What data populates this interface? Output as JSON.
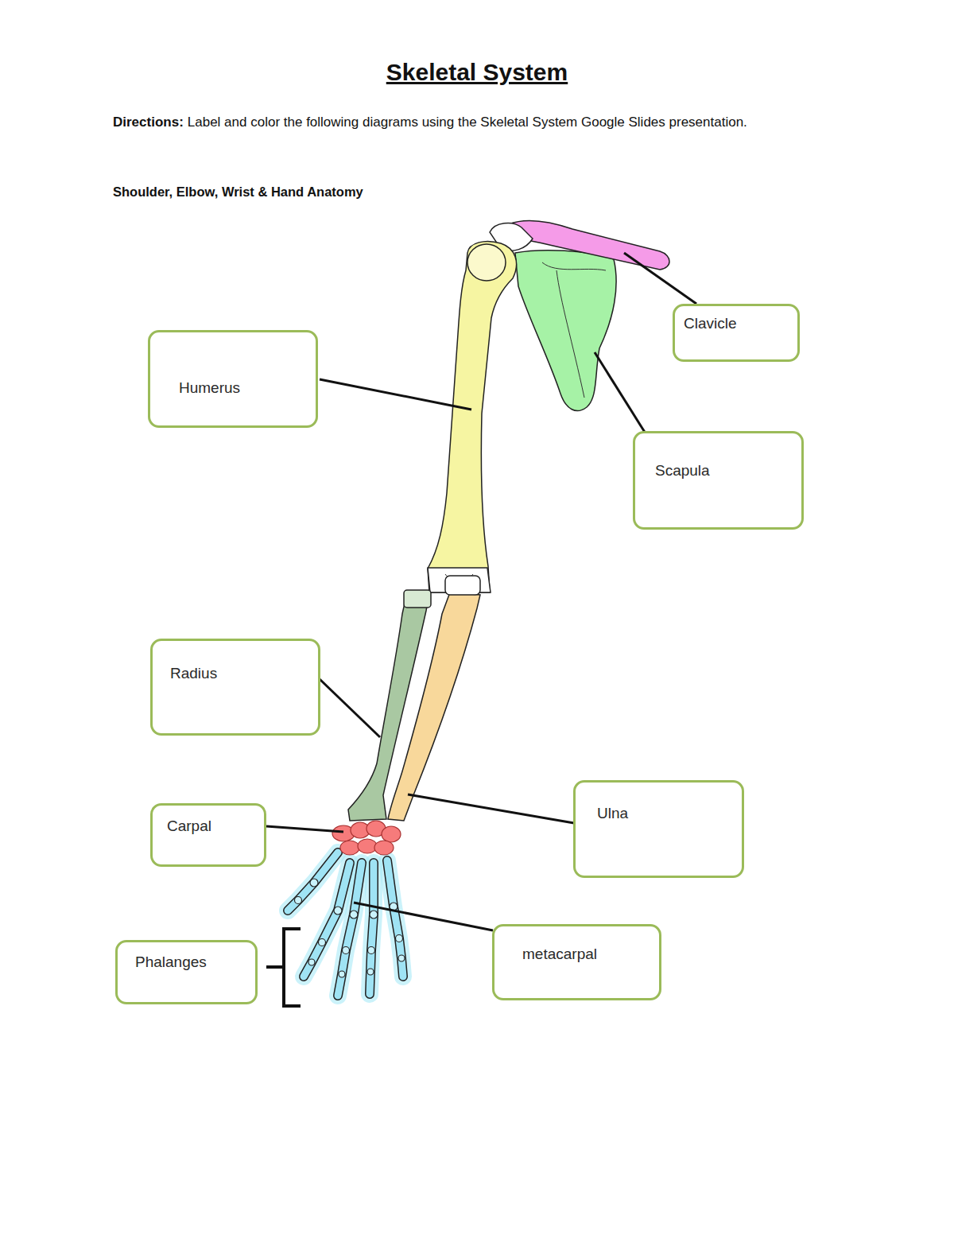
{
  "diagram": {
    "title": "Skeletal System",
    "nodes": [
      {
        "text": [
          "Clavicle"
        ]
      },
      {
        "text": [
          "Humerus"
        ]
      },
      {
        "text": [
          "Scapula"
        ]
      },
      {
        "text": [
          "Radius"
        ]
      },
      {
        "text": [
          "Ulna"
        ]
      },
      {
        "text": [
          "Carpal"
        ]
      },
      {
        "text": [
          "metacarpal"
        ]
      },
      {
        "text": [
          "Phalanges"
        ]
      }
    ],
    "labels": [
      "Directions:",
      "Label and color the following diagrams using the Skeletal System Google Slides presentation.",
      "Shoulder, Elbow, Wrist & Hand Anatomy"
    ]
  }
}
